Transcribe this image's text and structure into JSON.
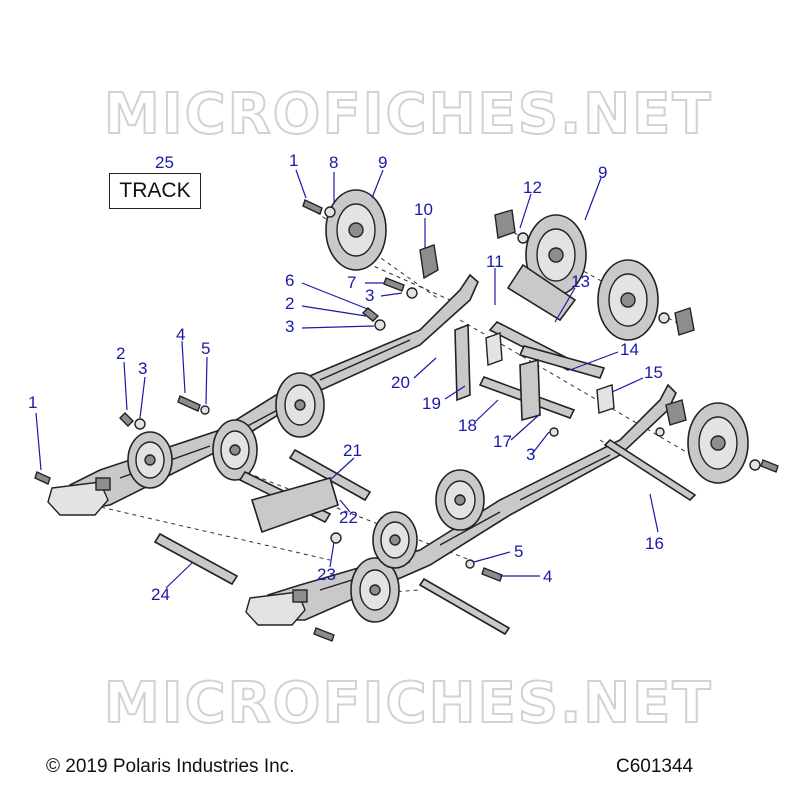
{
  "watermark": {
    "text": "MICROFICHES.NET"
  },
  "track_box": {
    "number": "25",
    "label": "TRACK"
  },
  "callouts": [
    "1",
    "8",
    "9",
    "10",
    "12",
    "9",
    "11",
    "13",
    "6",
    "7",
    "3",
    "2",
    "3",
    "4",
    "5",
    "2",
    "3",
    "14",
    "15",
    "20",
    "19",
    "18",
    "17",
    "3",
    "1",
    "21",
    "22",
    "16",
    "23",
    "5",
    "4",
    "24"
  ],
  "footer": {
    "copyright": "© 2019 Polaris Industries Inc.",
    "code": "C601344"
  },
  "colors": {
    "callout": "#1a1aa8",
    "line": "#222222",
    "part": "#c9c9c9",
    "watermark": "#d2d2d2"
  }
}
